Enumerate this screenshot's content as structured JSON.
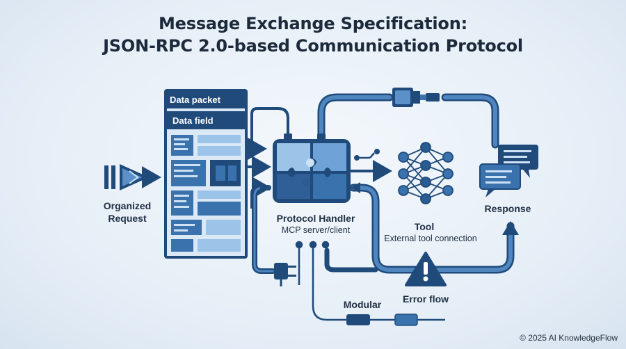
{
  "title": {
    "line1": "Message Exchange Specification:",
    "line2": "JSON-RPC 2.0-based Communication Protocol"
  },
  "packet": {
    "header": "Data packet",
    "field": "Data field"
  },
  "labels": {
    "request_line1": "Organized",
    "request_line2": "Request",
    "handler": "Protocol Handler",
    "handler_sub": "MCP server/client",
    "tool": "Tool",
    "tool_sub": "External tool connection",
    "response": "Response",
    "error": "Error flow",
    "modular": "Modular"
  },
  "footer": "© 2025 AI KnowledgeFlow",
  "colors": {
    "dark_blue": "#1f4a7a",
    "mid_blue": "#3a72ad",
    "light_blue": "#9cc3e8",
    "pipe": "#2c5f96"
  },
  "icons": [
    "forward-arrow-icon",
    "puzzle-icon",
    "neural-network-icon",
    "chat-bubbles-icon",
    "warning-icon",
    "plug-icon",
    "connector-icon"
  ]
}
